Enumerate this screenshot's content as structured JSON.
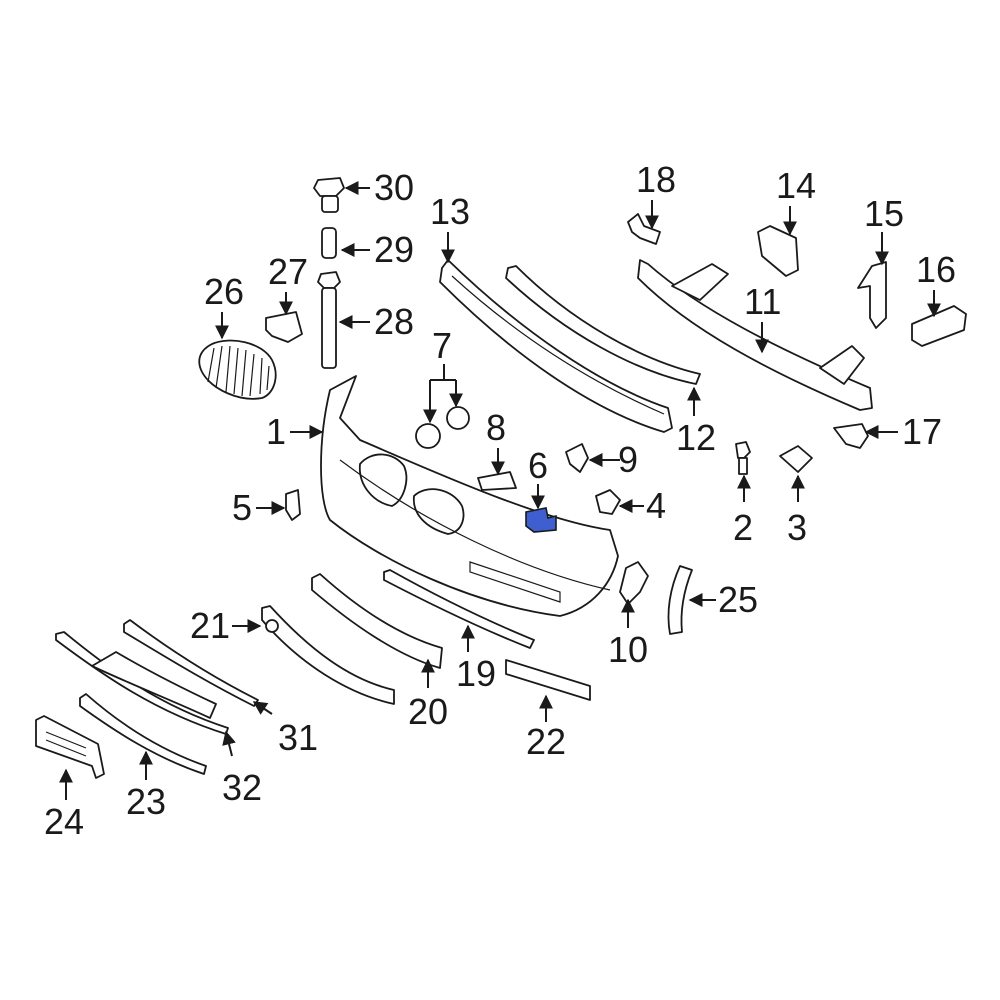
{
  "labels": {
    "l1": "1",
    "l2": "2",
    "l3": "3",
    "l4": "4",
    "l5": "5",
    "l6": "6",
    "l7": "7",
    "l8": "8",
    "l9": "9",
    "l10": "10",
    "l11": "11",
    "l12": "12",
    "l13": "13",
    "l14": "14",
    "l15": "15",
    "l16": "16",
    "l17": "17",
    "l18": "18",
    "l19": "19",
    "l20": "20",
    "l21": "21",
    "l22": "22",
    "l23": "23",
    "l24": "24",
    "l25": "25",
    "l26": "26",
    "l27": "27",
    "l28": "28",
    "l29": "29",
    "l30": "30",
    "l31": "31",
    "l32": "32"
  },
  "colors": {
    "highlight": "#3f5fd0",
    "line": "#1a1a1a"
  }
}
